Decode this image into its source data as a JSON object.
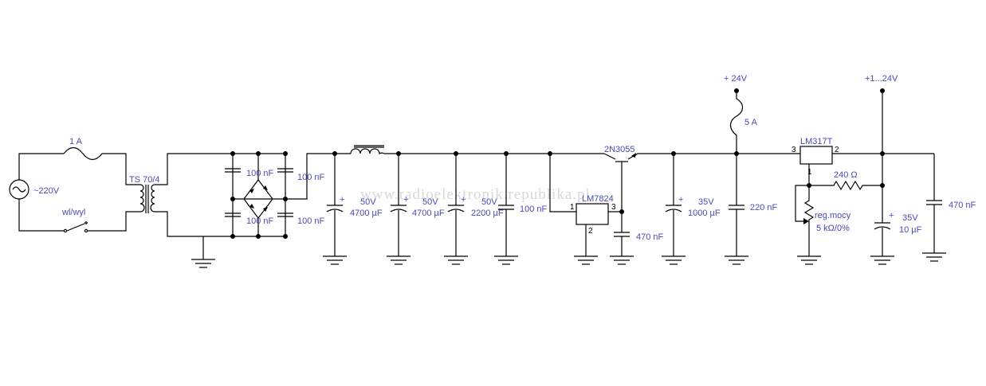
{
  "colors": {
    "label": "#4a4ab4",
    "wire": "#000000",
    "watermark": "#d8d8d8",
    "background": "#ffffff"
  },
  "watermark": "www.radioelektronik.republika.pl",
  "labels": {
    "source": "~220V",
    "switch": "wl/wyl",
    "main_fuse": "1 A",
    "transformer": "TS 70/4",
    "bridge_c_tl": "100 nF",
    "bridge_c_tr": "100 nF",
    "bridge_c_bl": "100 nF",
    "bridge_c_br": "100 nF",
    "c1_voltage": "50V",
    "c1_value": "4700 µF",
    "c2_voltage": "50V",
    "c2_value": "4700 µF",
    "c3_voltage": "50V",
    "c3_value": "2200 µF",
    "c4_value": "100 nF",
    "regulator1": "LM7824",
    "reg1_pin1": "1",
    "reg1_pin2": "2",
    "reg1_pin3": "3",
    "c5_value": "470 nF",
    "transistor": "2N3055",
    "c6_voltage": "35V",
    "c6_value": "1000 µF",
    "c7_value": "220 nF",
    "out_fuse": "5 A",
    "out1": "+ 24V",
    "regulator2": "LM317T",
    "reg2_pin1": "1",
    "reg2_pin2": "2",
    "reg2_pin3": "3",
    "resistor": "240 Ω",
    "pot_name": "reg.mocy",
    "pot_value": "5 kΩ/0%",
    "c8_voltage": "35V",
    "c8_value": "10 µF",
    "c9_value": "470 nF",
    "out2": "+1...24V",
    "plus": "+"
  }
}
